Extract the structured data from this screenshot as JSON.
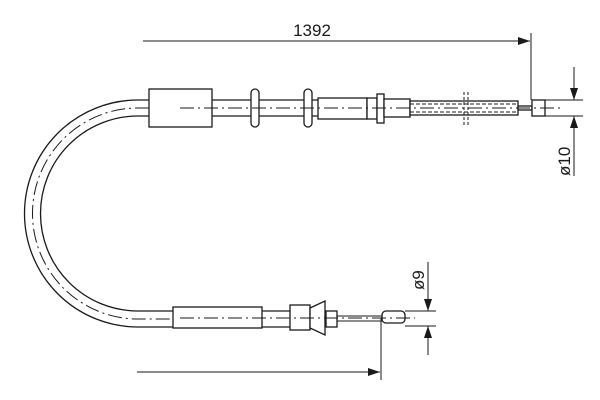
{
  "drawing": {
    "length_dimension": "1392",
    "top_end_diameter": "ø10",
    "bottom_end_diameter": "ø9"
  }
}
